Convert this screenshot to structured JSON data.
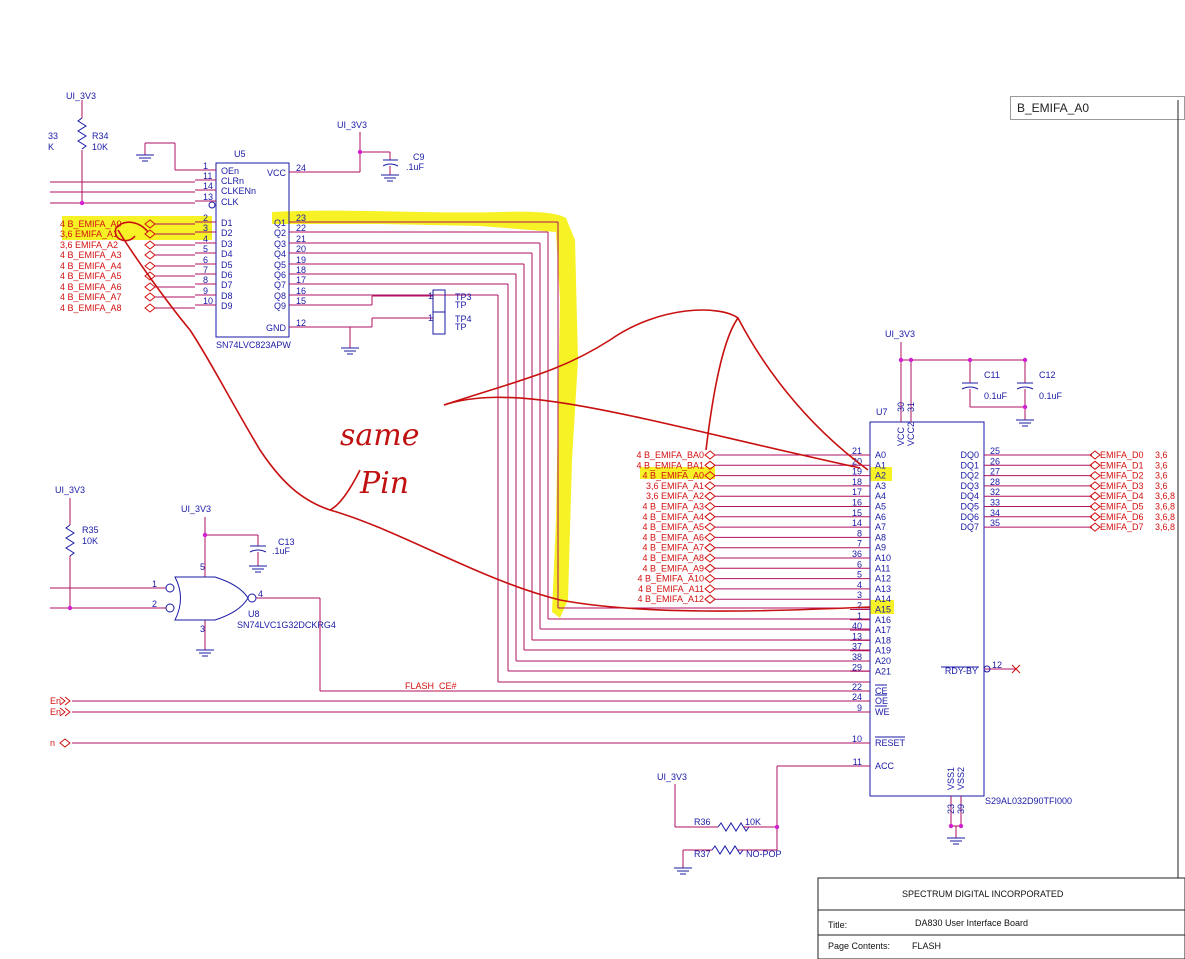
{
  "search": {
    "value": "B_EMIFA_A0"
  },
  "power": {
    "ui3v3": "UI_3V3",
    "gnd": ""
  },
  "u5": {
    "ref": "U5",
    "part": "SN74LVC823APW",
    "left_pins": [
      {
        "num": "1",
        "name": "OEn"
      },
      {
        "num": "11",
        "name": "CLRn"
      },
      {
        "num": "14",
        "name": "CLKENn"
      },
      {
        "num": "13",
        "name": "CLK"
      },
      {
        "num": "2",
        "name": "D1"
      },
      {
        "num": "3",
        "name": "D2"
      },
      {
        "num": "4",
        "name": "D3"
      },
      {
        "num": "5",
        "name": "D4"
      },
      {
        "num": "6",
        "name": "D5"
      },
      {
        "num": "7",
        "name": "D6"
      },
      {
        "num": "8",
        "name": "D7"
      },
      {
        "num": "9",
        "name": "D8"
      },
      {
        "num": "10",
        "name": "D9"
      }
    ],
    "right_pins": [
      {
        "num": "24",
        "name": "VCC"
      },
      {
        "num": "23",
        "name": "Q1"
      },
      {
        "num": "22",
        "name": "Q2"
      },
      {
        "num": "21",
        "name": "Q3"
      },
      {
        "num": "20",
        "name": "Q4"
      },
      {
        "num": "19",
        "name": "Q5"
      },
      {
        "num": "18",
        "name": "Q6"
      },
      {
        "num": "17",
        "name": "Q7"
      },
      {
        "num": "16",
        "name": "Q8"
      },
      {
        "num": "15",
        "name": "Q9"
      },
      {
        "num": "12",
        "name": "GND"
      }
    ],
    "inputs": [
      "4  B_EMIFA_A0",
      "3,6   EMIFA_A1",
      "3,6   EMIFA_A2",
      "4  B_EMIFA_A3",
      "4  B_EMIFA_A4",
      "4  B_EMIFA_A5",
      "4  B_EMIFA_A6",
      "4  B_EMIFA_A7",
      "4  B_EMIFA_A8"
    ]
  },
  "r33": {
    "ref": "33",
    "value": "K"
  },
  "r34": {
    "ref": "R34",
    "value": "10K"
  },
  "c9": {
    "ref": "C9",
    "value": ".1uF"
  },
  "tp": [
    {
      "ref": "TP3",
      "label": "TP",
      "pin": "1"
    },
    {
      "ref": "TP4",
      "label": "TP",
      "pin": "1"
    }
  ],
  "u7": {
    "ref": "U7",
    "part": "S29AL032D90TFI000",
    "vcc_pins": [
      {
        "num": "30",
        "name": "VCC"
      },
      {
        "num": "31",
        "name": "VCC2"
      }
    ],
    "vss_pins": [
      {
        "num": "23",
        "name": "VSS1"
      },
      {
        "num": "39",
        "name": "VSS2"
      }
    ],
    "addr_pins": [
      {
        "num": "21",
        "name": "A0",
        "net": "4  B_EMIFA_BA0"
      },
      {
        "num": "20",
        "name": "A1",
        "net": "4  B_EMIFA_BA1"
      },
      {
        "num": "19",
        "name": "A2",
        "net": "4  B_EMIFA_A0"
      },
      {
        "num": "18",
        "name": "A3",
        "net": "3,6   EMIFA_A1"
      },
      {
        "num": "17",
        "name": "A4",
        "net": "3,6   EMIFA_A2"
      },
      {
        "num": "16",
        "name": "A5",
        "net": "4  B_EMIFA_A3"
      },
      {
        "num": "15",
        "name": "A6",
        "net": "4  B_EMIFA_A4"
      },
      {
        "num": "14",
        "name": "A7",
        "net": "4  B_EMIFA_A5"
      },
      {
        "num": "8",
        "name": "A8",
        "net": "4  B_EMIFA_A6"
      },
      {
        "num": "7",
        "name": "A9",
        "net": "4  B_EMIFA_A7"
      },
      {
        "num": "36",
        "name": "A10",
        "net": "4  B_EMIFA_A8"
      },
      {
        "num": "6",
        "name": "A11",
        "net": "4  B_EMIFA_A9"
      },
      {
        "num": "5",
        "name": "A12",
        "net": "4  B_EMIFA_A10"
      },
      {
        "num": "4",
        "name": "A13",
        "net": "4  B_EMIFA_A11"
      },
      {
        "num": "3",
        "name": "A14",
        "net": "4  B_EMIFA_A12"
      },
      {
        "num": "2",
        "name": "A15",
        "net": ""
      },
      {
        "num": "1",
        "name": "A16",
        "net": ""
      },
      {
        "num": "40",
        "name": "A17",
        "net": ""
      },
      {
        "num": "13",
        "name": "A18",
        "net": ""
      },
      {
        "num": "37",
        "name": "A19",
        "net": ""
      },
      {
        "num": "38",
        "name": "A20",
        "net": ""
      },
      {
        "num": "29",
        "name": "A21",
        "net": ""
      }
    ],
    "data_pins": [
      {
        "num": "25",
        "name": "DQ0",
        "net": "EMIFA_D0",
        "sheet": "3,6"
      },
      {
        "num": "26",
        "name": "DQ1",
        "net": "EMIFA_D1",
        "sheet": "3,6"
      },
      {
        "num": "27",
        "name": "DQ2",
        "net": "EMIFA_D2",
        "sheet": "3,6"
      },
      {
        "num": "28",
        "name": "DQ3",
        "net": "EMIFA_D3",
        "sheet": "3,6"
      },
      {
        "num": "32",
        "name": "DQ4",
        "net": "EMIFA_D4",
        "sheet": "3,6,8"
      },
      {
        "num": "33",
        "name": "DQ5",
        "net": "EMIFA_D5",
        "sheet": "3,6,8"
      },
      {
        "num": "34",
        "name": "DQ6",
        "net": "EMIFA_D6",
        "sheet": "3,6,8"
      },
      {
        "num": "35",
        "name": "DQ7",
        "net": "EMIFA_D7",
        "sheet": "3,6,8"
      }
    ],
    "ctrl_pins": [
      {
        "num": "22",
        "name": "CE"
      },
      {
        "num": "24",
        "name": "OE"
      },
      {
        "num": "9",
        "name": "WE"
      },
      {
        "num": "10",
        "name": "RESET"
      },
      {
        "num": "11",
        "name": "ACC"
      }
    ],
    "rdy": {
      "num": "12",
      "name": "RDY-BY"
    }
  },
  "c11": {
    "ref": "C11",
    "value": "0.1uF"
  },
  "c12": {
    "ref": "C12",
    "value": "0.1uF"
  },
  "r35": {
    "ref": "R35",
    "value": "10K"
  },
  "c13": {
    "ref": "C13",
    "value": ".1uF"
  },
  "u8": {
    "ref": "U8",
    "part": "SN74LVC1G32DCKRG4",
    "pins": [
      "1",
      "2",
      "4",
      "5",
      "3"
    ]
  },
  "flash_ce": "FLASH_CE#",
  "left_ports": [
    "En",
    "En",
    "n"
  ],
  "r36": {
    "ref": "R36",
    "value": "10K"
  },
  "r37": {
    "ref": "R37",
    "value": "NO-POP"
  },
  "annotation": {
    "line1": "same",
    "line2": "Pin"
  },
  "title_block": {
    "company": "SPECTRUM DIGITAL INCORPORATED",
    "title_label": "Title:",
    "title": "DA830 User Interface Board",
    "contents_label": "Page Contents:",
    "contents": "FLASH"
  },
  "colors": {
    "wire": "#b01060",
    "body": "#1a1aa6",
    "net": "#d21010",
    "highlight": "#f4f000",
    "annotation": "#c81010",
    "junction": "#d020d0"
  }
}
